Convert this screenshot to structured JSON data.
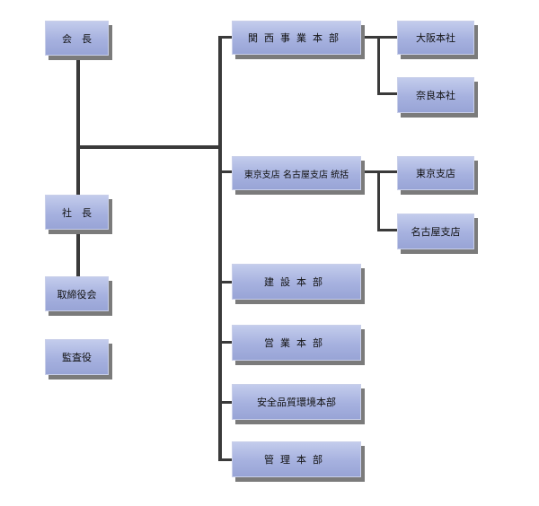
{
  "chart": {
    "president": "会　長",
    "ceo": "社　長",
    "board": "取締役会",
    "auditor": "監査役",
    "kansai_hq": "関西事業本部",
    "osaka_office": "大阪本社",
    "nara_office": "奈良本社",
    "tokyo_nagoya_hq": "東京支店 名古屋支店 統括",
    "tokyo_branch": "東京支店",
    "nagoya_branch": "名古屋支店",
    "construction_hq": "建設本部",
    "sales_hq": "営業本部",
    "safety_quality_hq": "安全品質環境本部",
    "management_hq": "管理本部"
  }
}
